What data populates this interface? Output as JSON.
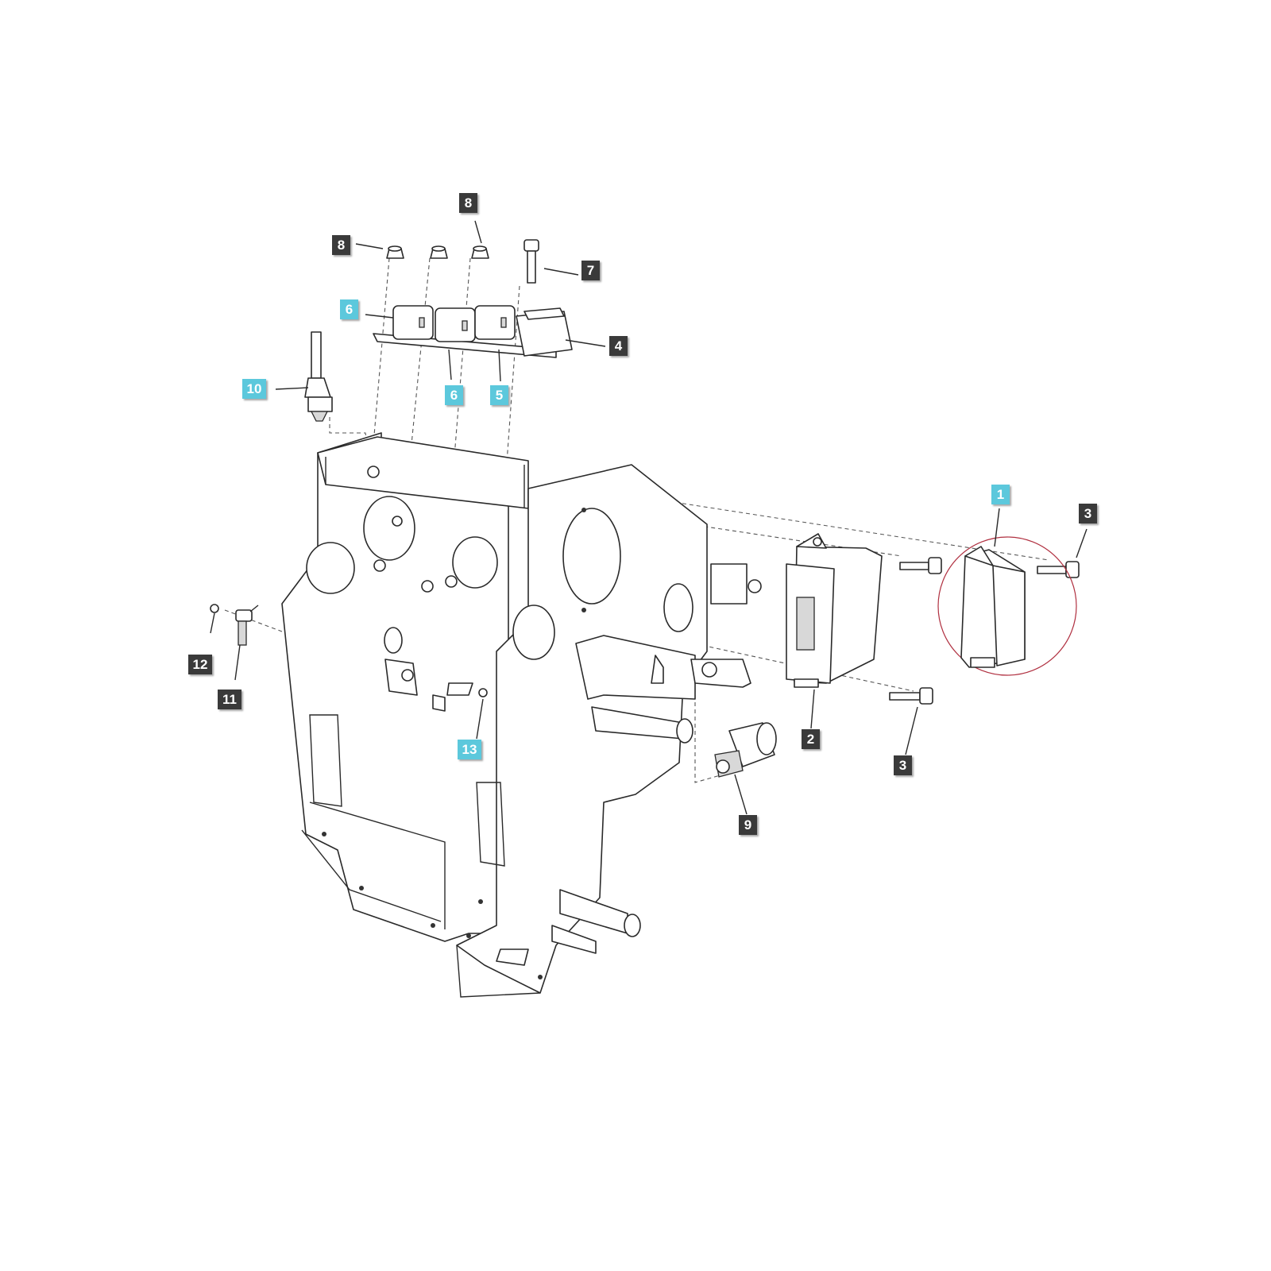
{
  "callouts": {
    "c8a": "8",
    "c8b": "8",
    "c7": "7",
    "c6a": "6",
    "c4": "4",
    "c10": "10",
    "c6b": "6",
    "c5": "5",
    "c1": "1",
    "c3a": "3",
    "c12": "12",
    "c11": "11",
    "c2": "2",
    "c3b": "3",
    "c13": "13",
    "c9": "9"
  },
  "colors": {
    "callout_dark": "#3a3a3a",
    "callout_highlight": "#5cc8dc",
    "highlight_circle": "#b03040"
  }
}
